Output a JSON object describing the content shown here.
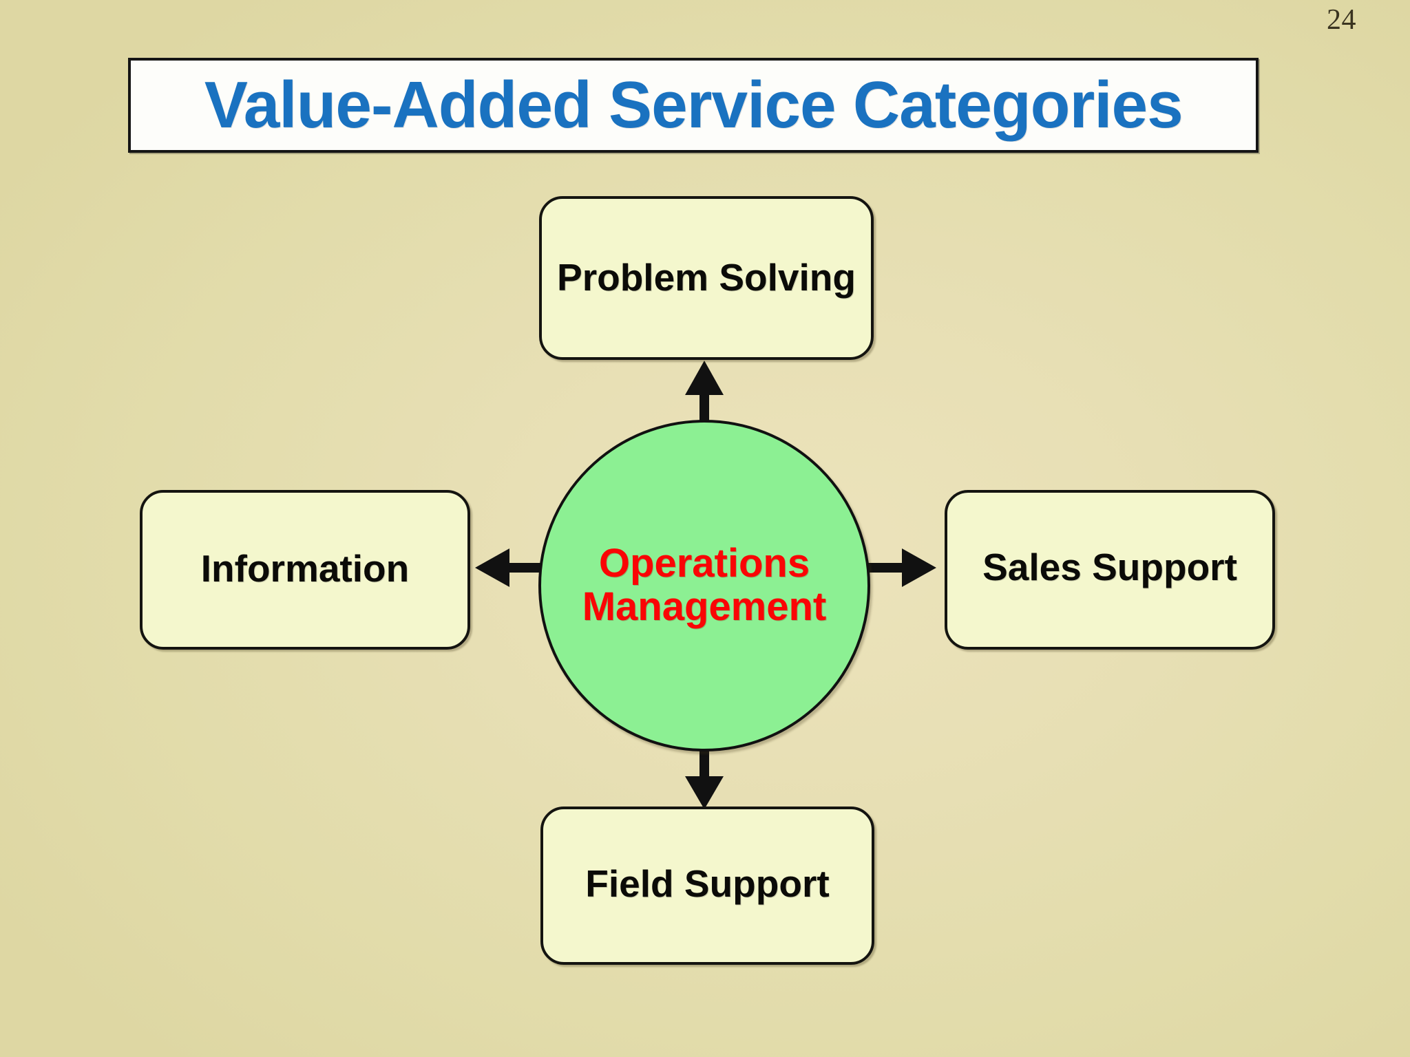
{
  "slide": {
    "page_number": "24",
    "background_color": "#e2dcab",
    "title": {
      "text": "Value-Added Service Categories",
      "color": "#1a72c0",
      "box_fill": "#fdfdfa",
      "box_border": "#151515"
    }
  },
  "diagram": {
    "type": "hub-and-spoke",
    "hub": {
      "label_line1": "Operations",
      "label_line2": "Management",
      "fill_color": "#8cf093",
      "text_color": "#fa0505",
      "border_color": "#111111",
      "shape": "circle"
    },
    "nodes": [
      {
        "id": "problem-solving",
        "label": "Problem Solving",
        "position": "top",
        "fill_color": "#f4f7cd",
        "text_color": "#0b0b08",
        "border_color": "#141410"
      },
      {
        "id": "information",
        "label": "Information",
        "position": "left",
        "fill_color": "#f4f7cd",
        "text_color": "#0b0b08",
        "border_color": "#141410"
      },
      {
        "id": "sales-support",
        "label": "Sales Support",
        "position": "right",
        "fill_color": "#f4f7cd",
        "text_color": "#0b0b08",
        "border_color": "#141410"
      },
      {
        "id": "field-support",
        "label": "Field Support",
        "position": "bottom",
        "fill_color": "#f4f7cd",
        "text_color": "#0b0b08",
        "border_color": "#141410"
      }
    ],
    "connectors": [
      {
        "id": "arrow-up",
        "from": "hub",
        "to": "problem-solving",
        "direction": "up",
        "color": "#111111"
      },
      {
        "id": "arrow-left",
        "from": "hub",
        "to": "information",
        "direction": "left",
        "color": "#111111"
      },
      {
        "id": "arrow-right",
        "from": "hub",
        "to": "sales-support",
        "direction": "right",
        "color": "#111111"
      },
      {
        "id": "arrow-down",
        "from": "hub",
        "to": "field-support",
        "direction": "down",
        "color": "#111111"
      }
    ]
  }
}
